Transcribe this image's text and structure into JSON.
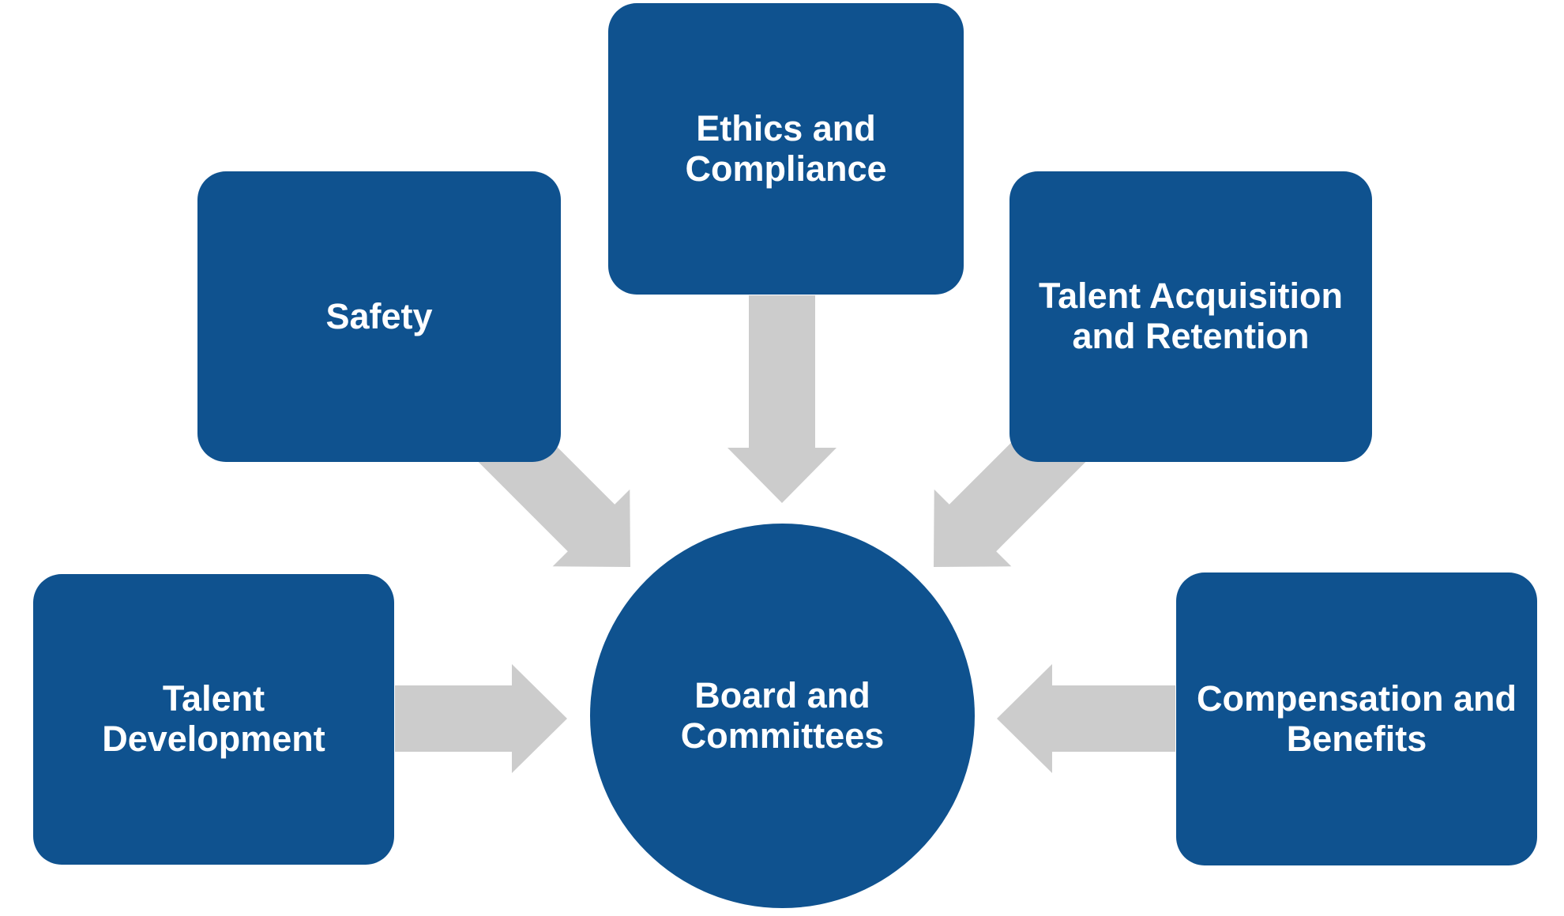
{
  "colors": {
    "node_fill": "#0F528F",
    "arrow_fill": "#CCCCCC",
    "label_text": "#FFFFFF",
    "background": "#FFFFFF"
  },
  "center_node": {
    "id": "board-and-committees",
    "label": "Board and\nCommittees",
    "shape": "circle"
  },
  "source_nodes": [
    {
      "id": "safety",
      "label": "Safety",
      "shape": "rounded-rectangle",
      "position": "top-left"
    },
    {
      "id": "ethics-and-compliance",
      "label": "Ethics and\nCompliance",
      "shape": "rounded-rectangle",
      "position": "top-center"
    },
    {
      "id": "talent-acquisition-and-retention",
      "label": "Talent Acquisition\nand Retention",
      "shape": "rounded-rectangle",
      "position": "top-right"
    },
    {
      "id": "talent-development",
      "label": "Talent\nDevelopment",
      "shape": "rounded-rectangle",
      "position": "middle-left"
    },
    {
      "id": "compensation-and-benefits",
      "label": "Compensation and\nBenefits",
      "shape": "rounded-rectangle",
      "position": "middle-right"
    }
  ],
  "arrows": [
    {
      "from": "safety",
      "to": "board-and-committees",
      "direction": "diagonal-down-right"
    },
    {
      "from": "ethics-and-compliance",
      "to": "board-and-committees",
      "direction": "down"
    },
    {
      "from": "talent-acquisition-and-retention",
      "to": "board-and-committees",
      "direction": "diagonal-down-left"
    },
    {
      "from": "talent-development",
      "to": "board-and-committees",
      "direction": "right"
    },
    {
      "from": "compensation-and-benefits",
      "to": "board-and-committees",
      "direction": "left"
    }
  ]
}
